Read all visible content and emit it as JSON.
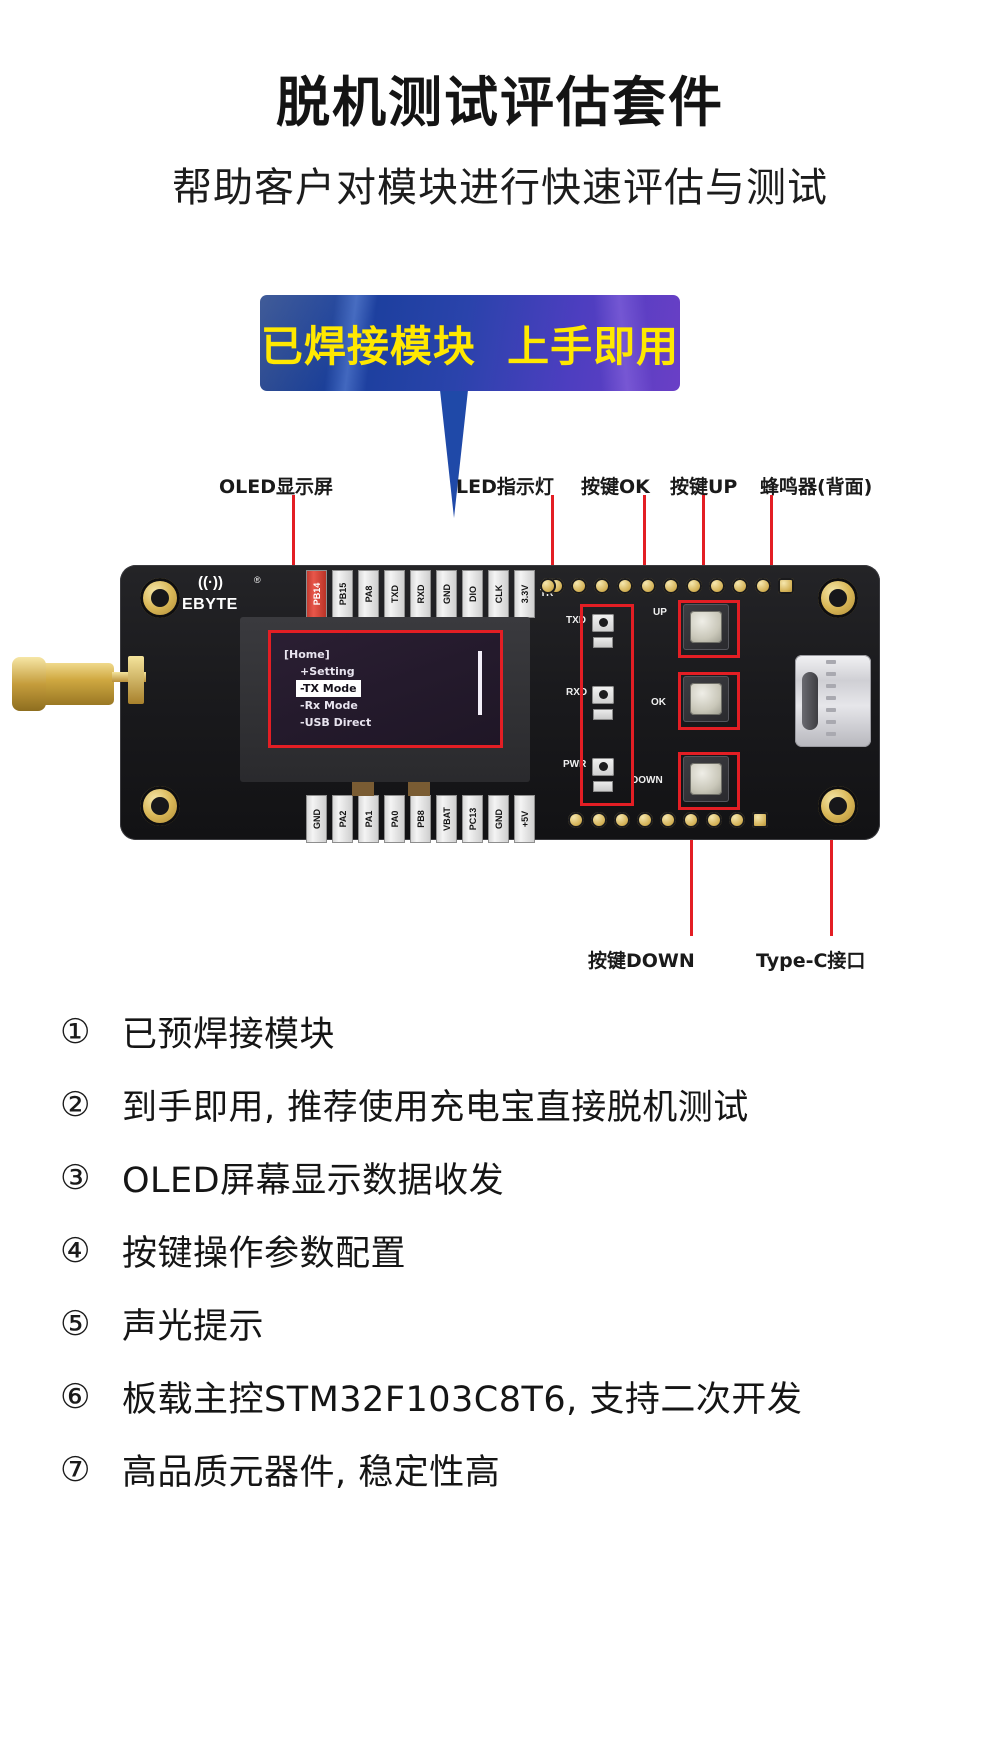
{
  "header": {
    "title": "脱机测试评估套件",
    "subtitle": "帮助客户对模块进行快速评估与测试"
  },
  "banner": {
    "text": "已焊接模块  上手即用",
    "bg_start": "#11337f",
    "bg_end": "#6a3fc6",
    "text_color": "#ffe800"
  },
  "callouts": {
    "oled_display": "OLED显示屏",
    "led_indicator": "LED指示灯",
    "button_ok": "按键OK",
    "button_up": "按键UP",
    "buzzer": "蜂鸣器(背面)",
    "button_down": "按键DOWN",
    "type_c": "Type-C接口",
    "line_color": "#e31e24"
  },
  "board": {
    "brand": "EBYTE",
    "brand_mark": "®",
    "oled": {
      "title": "[Home]",
      "items": [
        {
          "label": "+Setting",
          "selected": false
        },
        {
          "label": "-TX Mode",
          "selected": true
        },
        {
          "label": "-Rx Mode",
          "selected": false
        },
        {
          "label": "-USB Direct",
          "selected": false
        }
      ]
    },
    "top_pins": [
      {
        "label": "PB14",
        "highlight": true
      },
      {
        "label": "PB15",
        "highlight": false
      },
      {
        "label": "PA8",
        "highlight": false
      },
      {
        "label": "TXD",
        "highlight": false
      },
      {
        "label": "RXD",
        "highlight": false
      },
      {
        "label": "GND",
        "highlight": false
      },
      {
        "label": "DIO",
        "highlight": false
      },
      {
        "label": "CLK",
        "highlight": false
      },
      {
        "label": "3.3V",
        "highlight": false
      }
    ],
    "bottom_pins": [
      {
        "label": "GND"
      },
      {
        "label": "PA2"
      },
      {
        "label": "PA1"
      },
      {
        "label": "PA0"
      },
      {
        "label": "PB8"
      },
      {
        "label": "VBAT"
      },
      {
        "label": "PC13"
      },
      {
        "label": "GND"
      },
      {
        "label": "+5V"
      }
    ],
    "silk": {
      "tr": "TR",
      "txd": "TXD",
      "rxd": "RXD",
      "pwr": "PWR",
      "up": "UP",
      "ok": "OK",
      "down": "DOWN"
    }
  },
  "features": [
    {
      "num": "①",
      "text": "已预焊接模块"
    },
    {
      "num": "②",
      "text": "到手即用, 推荐使用充电宝直接脱机测试"
    },
    {
      "num": "③",
      "text": "OLED屏幕显示数据收发"
    },
    {
      "num": "④",
      "text": "按键操作参数配置"
    },
    {
      "num": "⑤",
      "text": "声光提示"
    },
    {
      "num": "⑥",
      "text": "板载主控STM32F103C8T6, 支持二次开发"
    },
    {
      "num": "⑦",
      "text": "高品质元器件, 稳定性高"
    }
  ]
}
